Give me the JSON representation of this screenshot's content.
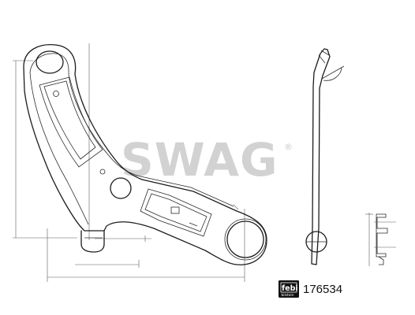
{
  "watermark": {
    "text": "SWAG",
    "registered_mark": "®"
  },
  "brand_logo": {
    "text": "febi",
    "sub_text": "bilstein",
    "color": "#111111"
  },
  "part_number": "176534"
}
